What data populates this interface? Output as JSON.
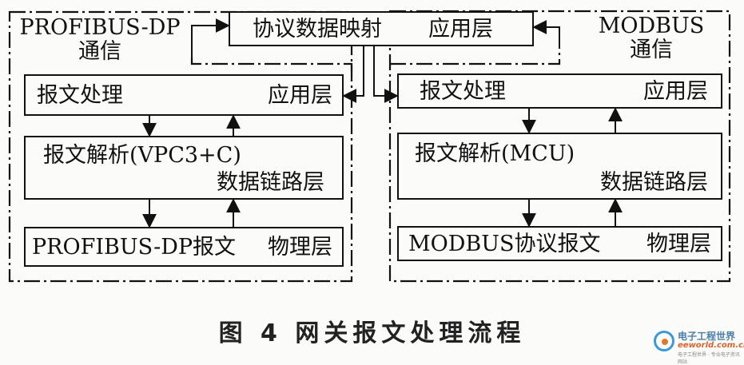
{
  "top_box": {
    "label": "协议数据映射",
    "layer": "应用层"
  },
  "left_panel": {
    "title_line1": "PROFIBUS-DP",
    "title_line2": "通信",
    "app_box": {
      "label": "报文处理",
      "layer": "应用层"
    },
    "link_box": {
      "label": "报文解析(VPC3+C)",
      "layer": "数据链路层"
    },
    "phys_box": {
      "label": "PROFIBUS-DP报文",
      "layer": "物理层"
    }
  },
  "right_panel": {
    "title_line1": "MODBUS",
    "title_line2": "通信",
    "app_box": {
      "label": "报文处理",
      "layer": "应用层"
    },
    "link_box": {
      "label": "报文解析(MCU)",
      "layer": "数据链路层"
    },
    "phys_box": {
      "label": "MODBUS协议报文",
      "layer": "物理层"
    }
  },
  "caption": "图 4    网关报文处理流程",
  "watermark": {
    "cn": "电子工程世界",
    "en": "eeworld.com.cn",
    "sub": "电子工程世界 · 专业电子资讯网站"
  }
}
